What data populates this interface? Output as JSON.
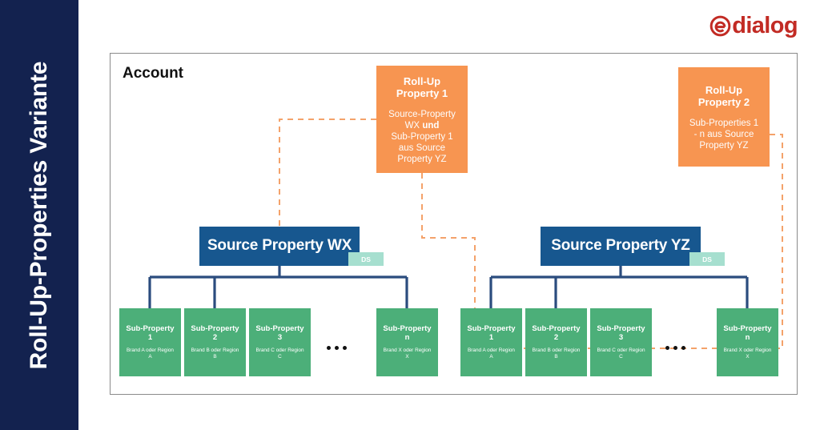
{
  "sidebar": {
    "title": "Roll-Up-Properties Variante",
    "bg_color": "#13224F"
  },
  "brand": {
    "name": "dialog",
    "mark": "circled-e-icon",
    "color": "#C22B24"
  },
  "frame": {
    "title": "Account"
  },
  "colors": {
    "orange": "#F79551",
    "blue": "#17578F",
    "green": "#4CAF79",
    "chip": "#A6DFCF",
    "dashed_line": "#F4A26A",
    "solid_line": "#2B4C7E"
  },
  "rollups": [
    {
      "id": "roll-up-property-1",
      "title": "Roll-Up\nProperty 1",
      "title_line1": "Roll-Up",
      "title_line2": "Property 1",
      "body_pre": "Source-Property",
      "body_bold_line": "WX",
      "body_bold": "und",
      "body_rest_1": "Sub-Property 1",
      "body_rest_2": "aus Source",
      "body_rest_3": "Property YZ"
    },
    {
      "id": "roll-up-property-2",
      "title_line1": "Roll-Up",
      "title_line2": "Property 2",
      "body_line1": "Sub-Properties 1",
      "body_line2": "- n aus Source",
      "body_line3": "Property YZ"
    }
  ],
  "sources": [
    {
      "id": "source-property-wx",
      "title": "Source Property WX",
      "chip": "DS"
    },
    {
      "id": "source-property-yz",
      "title": "Source Property YZ",
      "chip": "DS"
    }
  ],
  "sub_properties_left": [
    {
      "title_line1": "Sub-Property",
      "title_line2": "1",
      "body_line1": "Brand A oder Region",
      "body_line2": "A"
    },
    {
      "title_line1": "Sub-Property",
      "title_line2": "2",
      "body_line1": "Brand B oder Region",
      "body_line2": "B"
    },
    {
      "title_line1": "Sub-Property",
      "title_line2": "3",
      "body_line1": "Brand C oder Region",
      "body_line2": "C"
    },
    {
      "title_line1": "Sub-Property",
      "title_line2": "n",
      "body_line1": "Brand X oder Region",
      "body_line2": "X"
    }
  ],
  "sub_properties_right": [
    {
      "title_line1": "Sub-Property",
      "title_line2": "1",
      "body_line1": "Brand A oder Region",
      "body_line2": "A"
    },
    {
      "title_line1": "Sub-Property",
      "title_line2": "2",
      "body_line1": "Brand B oder Region",
      "body_line2": "B"
    },
    {
      "title_line1": "Sub-Property",
      "title_line2": "3",
      "body_line1": "Brand C oder Region",
      "body_line2": "C"
    },
    {
      "title_line1": "Sub-Property",
      "title_line2": "n",
      "body_line1": "Brand X oder Region",
      "body_line2": "X"
    }
  ]
}
